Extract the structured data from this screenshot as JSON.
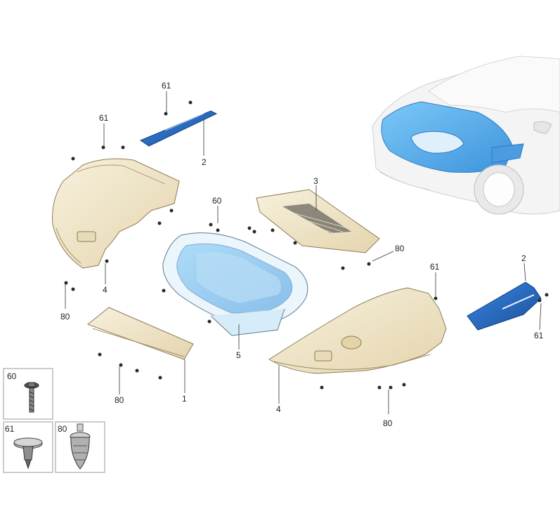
{
  "callouts": [
    {
      "id": "c61-top",
      "label": "61"
    },
    {
      "id": "c2-top",
      "label": "2"
    },
    {
      "id": "c61-left",
      "label": "61"
    },
    {
      "id": "c3",
      "label": "3"
    },
    {
      "id": "c60",
      "label": "60"
    },
    {
      "id": "c80-right",
      "label": "80"
    },
    {
      "id": "c4-left",
      "label": "4"
    },
    {
      "id": "c80-left",
      "label": "80"
    },
    {
      "id": "c5",
      "label": "5"
    },
    {
      "id": "c61-right-top",
      "label": "61"
    },
    {
      "id": "c2-right",
      "label": "2"
    },
    {
      "id": "c61-right-bottom",
      "label": "61"
    },
    {
      "id": "c80-bottom",
      "label": "80"
    },
    {
      "id": "c1",
      "label": "1"
    },
    {
      "id": "c4-right",
      "label": "4"
    },
    {
      "id": "c80-right-bottom",
      "label": "80"
    }
  ],
  "legend": [
    {
      "id": "leg-60",
      "label": "60",
      "icon": "flange-screw-icon"
    },
    {
      "id": "leg-61",
      "label": "61",
      "icon": "push-rivet-icon"
    },
    {
      "id": "leg-80",
      "label": "80",
      "icon": "expanding-clip-icon"
    }
  ],
  "colors": {
    "panel_fill": "#f3ead2",
    "highlight_blue": "#1f6fd1",
    "car_highlight": "#5ab0f0",
    "tub_blue": "#9ad0f0"
  }
}
